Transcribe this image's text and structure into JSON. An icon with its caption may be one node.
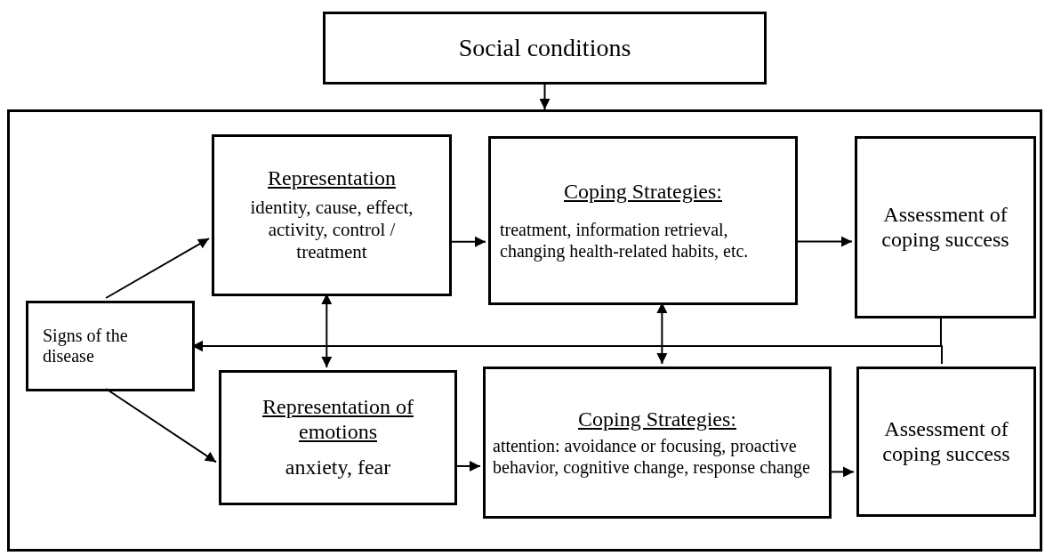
{
  "diagram": {
    "nodes": [
      {
        "text": [
          "Social conditions"
        ]
      },
      {
        "text": [],
        "shape": "box"
      },
      {
        "text": [
          "Representation",
          "identity, cause, effect, activity, control / treatment"
        ],
        "in": 1
      },
      {
        "text": [
          "Coping Strategies:",
          "treatment, information retrieval, changing health-related habits, etc."
        ],
        "in": 1
      },
      {
        "text": [
          "Assessment of coping success"
        ],
        "in": 1
      },
      {
        "text": [
          "Signs of the disease"
        ],
        "in": 1
      },
      {
        "text": [
          "Representation of emotions",
          "anxiety, fear"
        ],
        "in": 1
      },
      {
        "text": [
          "Coping Strategies:",
          "attention: avoidance or focusing, proactive behavior, cognitive change, response change"
        ],
        "in": 1
      },
      {
        "text": [
          "Assessment of coping success"
        ],
        "in": 1
      }
    ],
    "edges": [
      {
        "from": 0,
        "to": 1,
        "arrow": "to"
      },
      {
        "from": 5,
        "to": 2,
        "arrow": "to"
      },
      {
        "from": 2,
        "to": 3,
        "arrow": "to"
      },
      {
        "from": 3,
        "to": 4,
        "arrow": "to"
      },
      {
        "from": 4,
        "to": 5,
        "arrow": "to"
      },
      {
        "from": 5,
        "to": 6,
        "arrow": "to"
      },
      {
        "from": 2,
        "to": 6,
        "arrow": "both"
      },
      {
        "from": 3,
        "to": 7,
        "arrow": "both"
      },
      {
        "from": 6,
        "to": 7,
        "arrow": "to"
      },
      {
        "from": 7,
        "to": 8,
        "arrow": "to"
      },
      {
        "from": 8,
        "to": 5,
        "arrow": "to"
      }
    ]
  }
}
